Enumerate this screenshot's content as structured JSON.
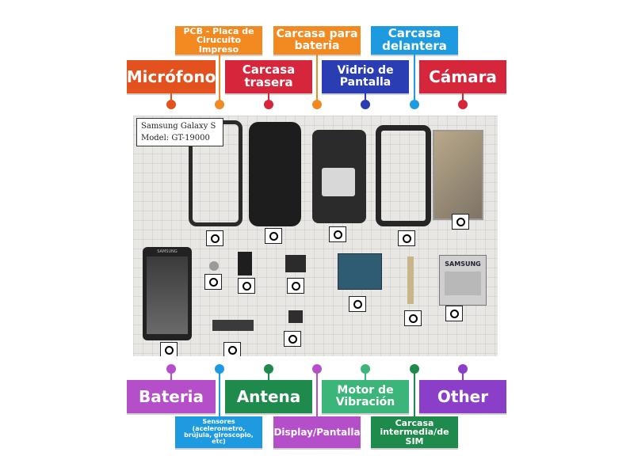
{
  "photo_caption": {
    "line1": "Samsung Galaxy S",
    "line2": "Model: GT-19000"
  },
  "top_labels": [
    {
      "text": "Micrófono",
      "color": "#e3521e"
    },
    {
      "text": "PCB - Placa de Cirucuito Impreso",
      "color": "#f28a21"
    },
    {
      "text": "Carcasa trasera",
      "color": "#d6263c"
    },
    {
      "text": "Carcasa para bateria",
      "color": "#f28a21"
    },
    {
      "text": "Vidrio de Pantalla",
      "color": "#2a3db3"
    },
    {
      "text": "Carcasa delantera",
      "color": "#1e9be0"
    },
    {
      "text": "Cámara",
      "color": "#d6263c"
    }
  ],
  "bottom_labels": [
    {
      "text": "Bateria",
      "color": "#b44ec9"
    },
    {
      "text": "Sensores (acelerometro, brújula, giroscopio, etc)",
      "color": "#1e9be0"
    },
    {
      "text": "Antena",
      "color": "#1e8a4c"
    },
    {
      "text": "Display/Pantalla",
      "color": "#b44ec9"
    },
    {
      "text": "Motor de Vibración",
      "color": "#3bb57a"
    },
    {
      "text": "Carcasa intermedia/de SIM",
      "color": "#1e8a4c"
    },
    {
      "text": "Other",
      "color": "#8b3fc9"
    }
  ],
  "battery_brand": "SAMSUNG",
  "phone_brand": "SAMSUNG"
}
